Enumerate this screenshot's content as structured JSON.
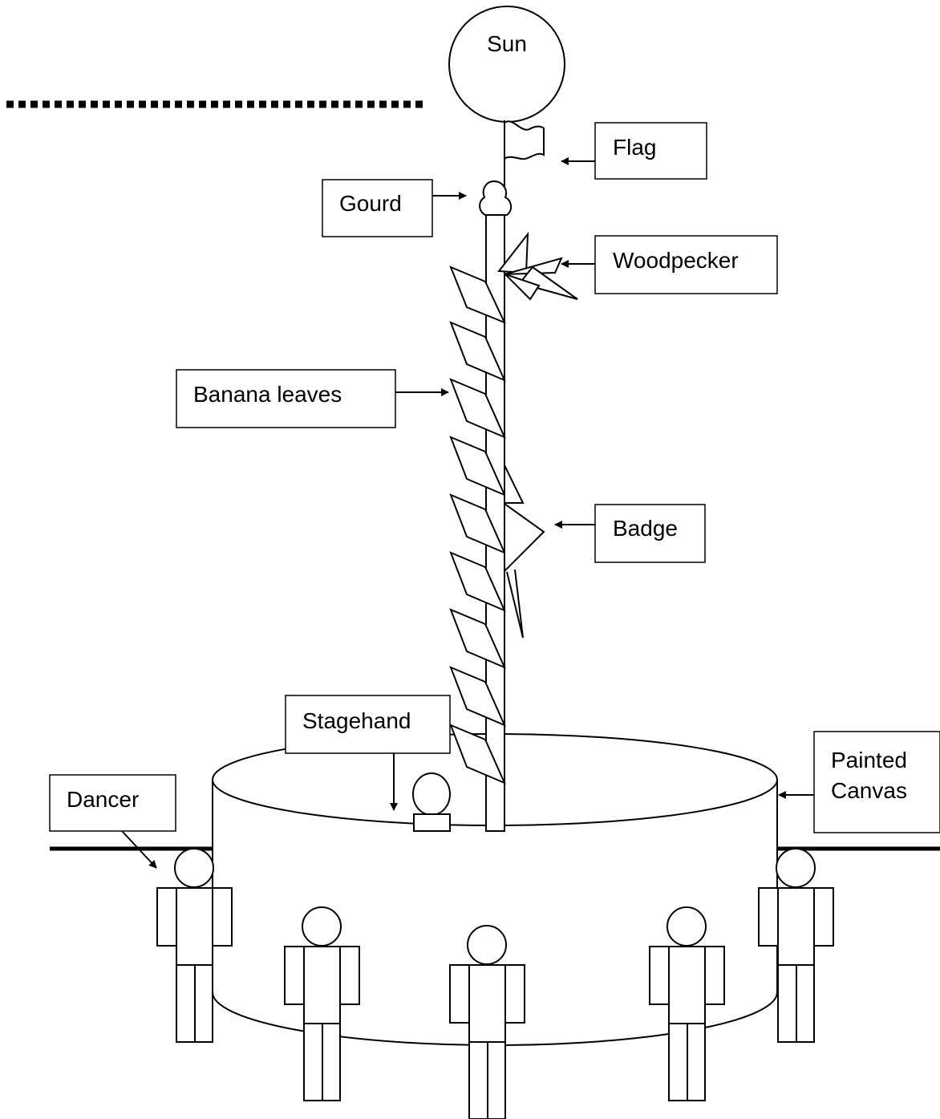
{
  "labels": {
    "sun": "Sun",
    "flag": "Flag",
    "gourd": "Gourd",
    "woodpecker": "Woodpecker",
    "banana_leaves": "Banana leaves",
    "badge": "Badge",
    "stagehand": "Stagehand",
    "painted_canvas_line1": "Painted",
    "painted_canvas_line2": "Canvas",
    "dancer": "Dancer"
  }
}
